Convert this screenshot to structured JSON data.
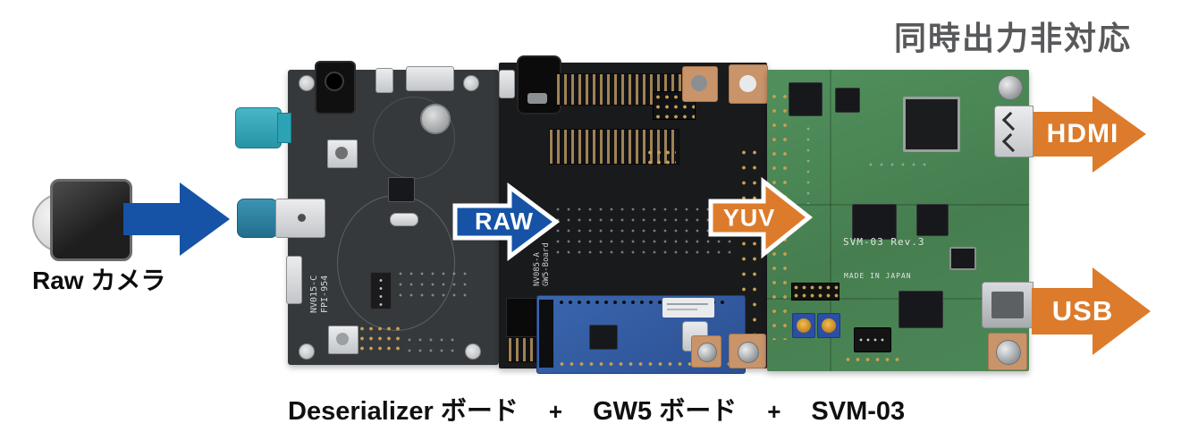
{
  "title_note": "同時出力非対応",
  "camera": {
    "label": "Raw カメラ"
  },
  "arrows": {
    "raw": "RAW",
    "yuv": "YUV",
    "hdmi": "HDMI",
    "usb": "USB"
  },
  "boards": {
    "deserializer": {
      "silkscreen": [
        "NV015-C",
        "FPI-954"
      ]
    },
    "gw5": {
      "silkscreen": [
        "NV085-A",
        "GW5-Board"
      ]
    },
    "svm03": {
      "silkscreen_model": "SVM-03 Rev.3",
      "silkscreen_origin": "MADE IN JAPAN"
    }
  },
  "caption": {
    "parts": [
      "Deserializer ボード",
      "+",
      "GW5 ボード",
      "+",
      "SVM-03"
    ]
  },
  "colors": {
    "flow_blue": "#1653A6",
    "flow_orange": "#DC7B2B",
    "note_gray": "#58595B"
  }
}
